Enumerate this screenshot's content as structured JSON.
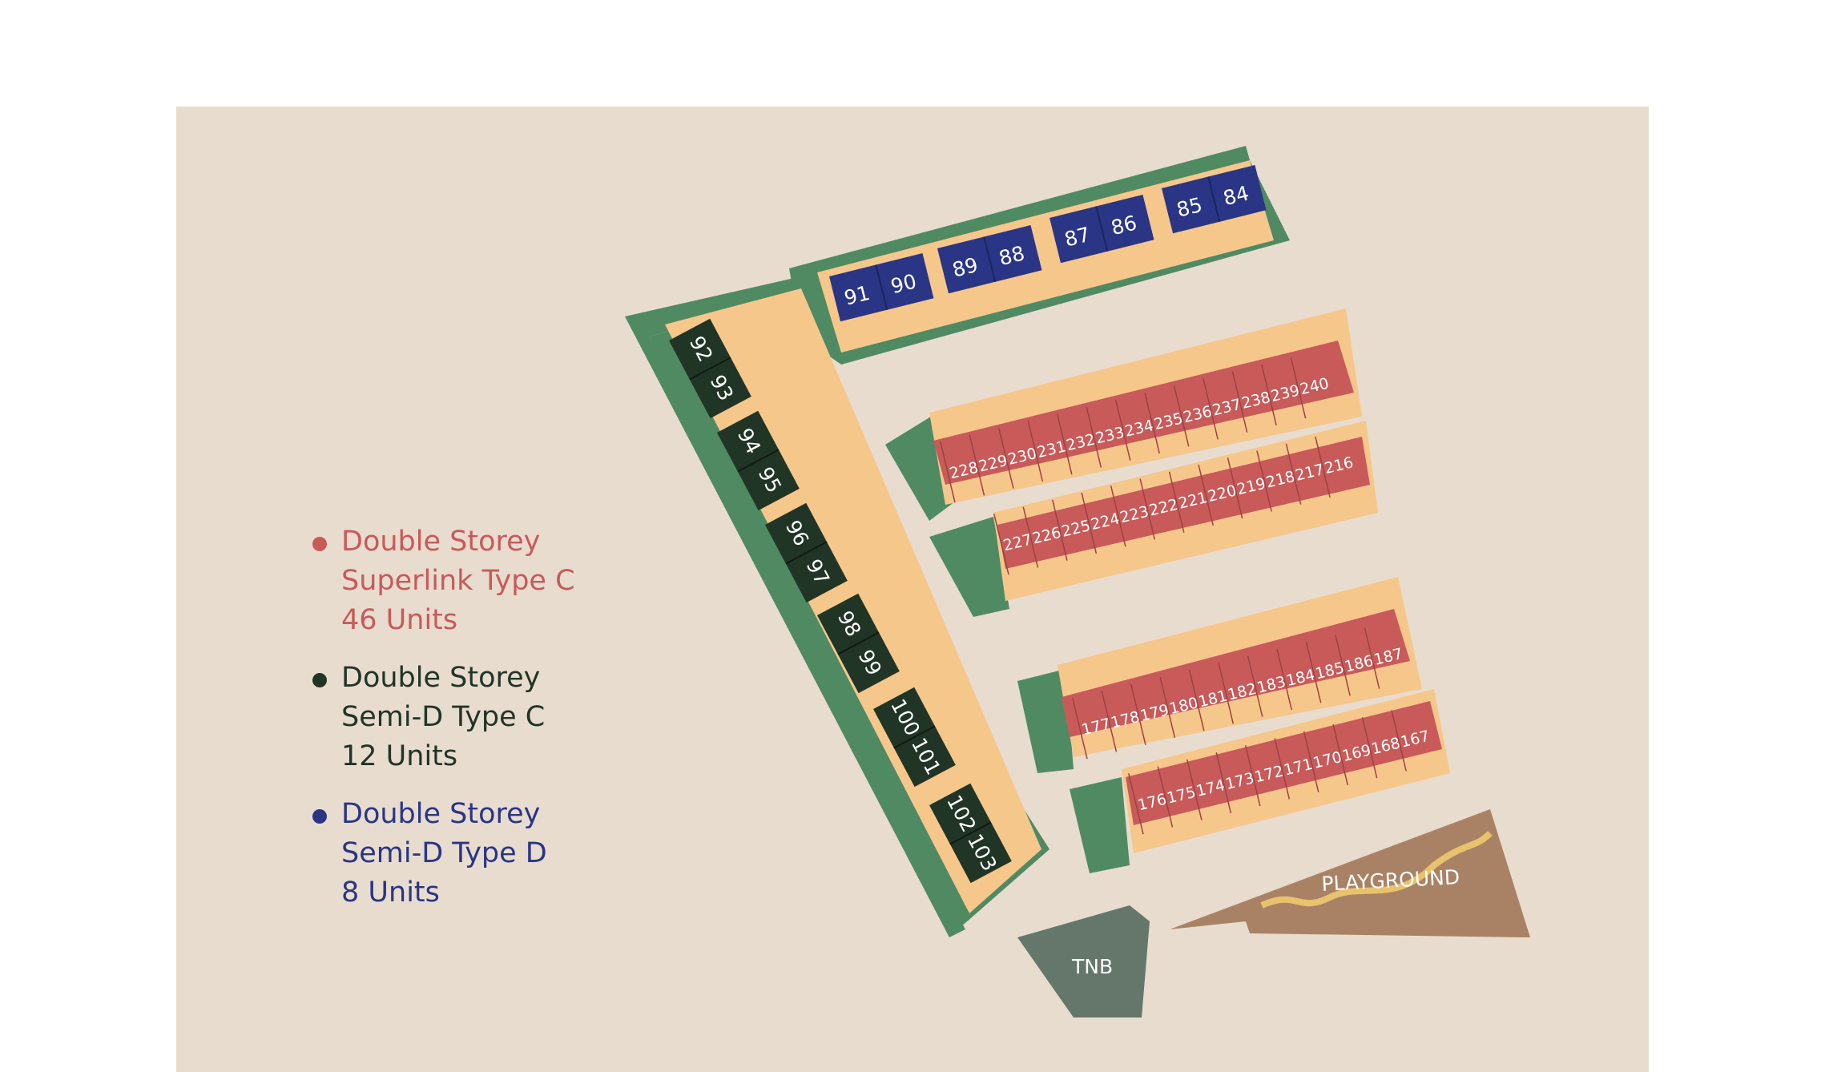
{
  "legend": {
    "superlink": {
      "line1": "Double Storey",
      "line2": "Superlink Type C",
      "line3": "46 Units",
      "color": "#c85a5a"
    },
    "semid_c": {
      "line1": "Double Storey",
      "line2": "Semi-D Type C",
      "line3": "12 Units",
      "color": "#213526"
    },
    "semid_d": {
      "line1": "Double Storey",
      "line2": "Semi-D Type D",
      "line3": "8 Units",
      "color": "#2a3585"
    }
  },
  "areas": {
    "playground": "PLAYGROUND",
    "tnb": "TNB"
  },
  "colors": {
    "background": "#e8dccf",
    "green_reserve": "#4f8a63",
    "plot": "#f6c78b",
    "superlink": "#c85a5a",
    "semid_c": "#213526",
    "semid_d": "#2a3585",
    "playground": "#a98266",
    "tnb": "#64776a"
  },
  "semid_d_units": [
    "91",
    "90",
    "89",
    "88",
    "87",
    "86",
    "85",
    "84"
  ],
  "semid_c_units": [
    "92",
    "93",
    "94",
    "95",
    "96",
    "97",
    "98",
    "99",
    "100",
    "101",
    "102",
    "103"
  ],
  "superlink_rows": [
    [
      "228",
      "229",
      "230",
      "231",
      "232",
      "233",
      "234",
      "235",
      "236",
      "237",
      "238",
      "239",
      "240"
    ],
    [
      "227",
      "226",
      "225",
      "224",
      "223",
      "222",
      "221",
      "220",
      "219",
      "218",
      "217",
      "216"
    ],
    [
      "177",
      "178",
      "179",
      "180",
      "181",
      "182",
      "183",
      "184",
      "185",
      "186",
      "187"
    ],
    [
      "176",
      "175",
      "174",
      "173",
      "172",
      "171",
      "170",
      "169",
      "168",
      "167"
    ]
  ]
}
